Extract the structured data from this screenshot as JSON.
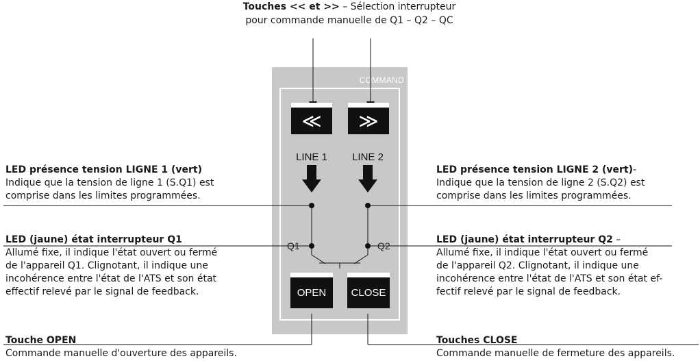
{
  "panel": {
    "title": "COMMAND",
    "key_left": "≪",
    "key_right": "≫",
    "line1": "LINE 1",
    "line2": "LINE 2",
    "q1": "Q1",
    "q2": "Q2",
    "open": "OPEN",
    "close": "CLOSE"
  },
  "annotations": {
    "top": {
      "heading": "Touches << et >>",
      "rest_line1": " – Sélection interrupteur",
      "line2": "pour commande manuelle de Q1 – Q2  – QC"
    },
    "led_line1": {
      "heading": "LED présence tension LIGNE 1 (vert)",
      "l1": "Indique que la tension de ligne 1 (S.Q1) est",
      "l2": "comprise dans les limites programmées."
    },
    "led_q1": {
      "heading": "LED (jaune) état interrupteur Q1",
      "l1": "Allumé fixe, il indique l'état ouvert ou fermé",
      "l2": "de l'appareil Q1. Clignotant, il indique une",
      "l3": "incohérence entre l'état de l'ATS et son état",
      "l4": "effectif relevé par le signal de feedback."
    },
    "open_key": {
      "heading": "Touche OPEN",
      "l1": "Commande manuelle d'ouverture des appareils."
    },
    "led_line2": {
      "heading": "LED présence tension LIGNE 2 (vert)",
      "heading_suffix": "-",
      "l1": "Indique que la tension de ligne 2 (S.Q2) est",
      "l2": "comprise dans les limites programmées."
    },
    "led_q2": {
      "heading": "LED (jaune) état interrupteur Q2",
      "heading_suffix": " –",
      "l1": "Allumé fixe, il indique l'état ouvert ou fermé",
      "l2": "de l'appareil Q2. Clignotant, il indique une",
      "l3": "incohérence entre l'état de l'ATS et son état ef-",
      "l4": "fectif relevé par le signal de feedback."
    },
    "close_key": {
      "heading": "Touches CLOSE",
      "l1": "Commande manuelle de fermeture des appareils."
    }
  },
  "colors": {
    "panel": "#c8c8c8",
    "key": "#111111",
    "text": "#1a1a1a"
  }
}
